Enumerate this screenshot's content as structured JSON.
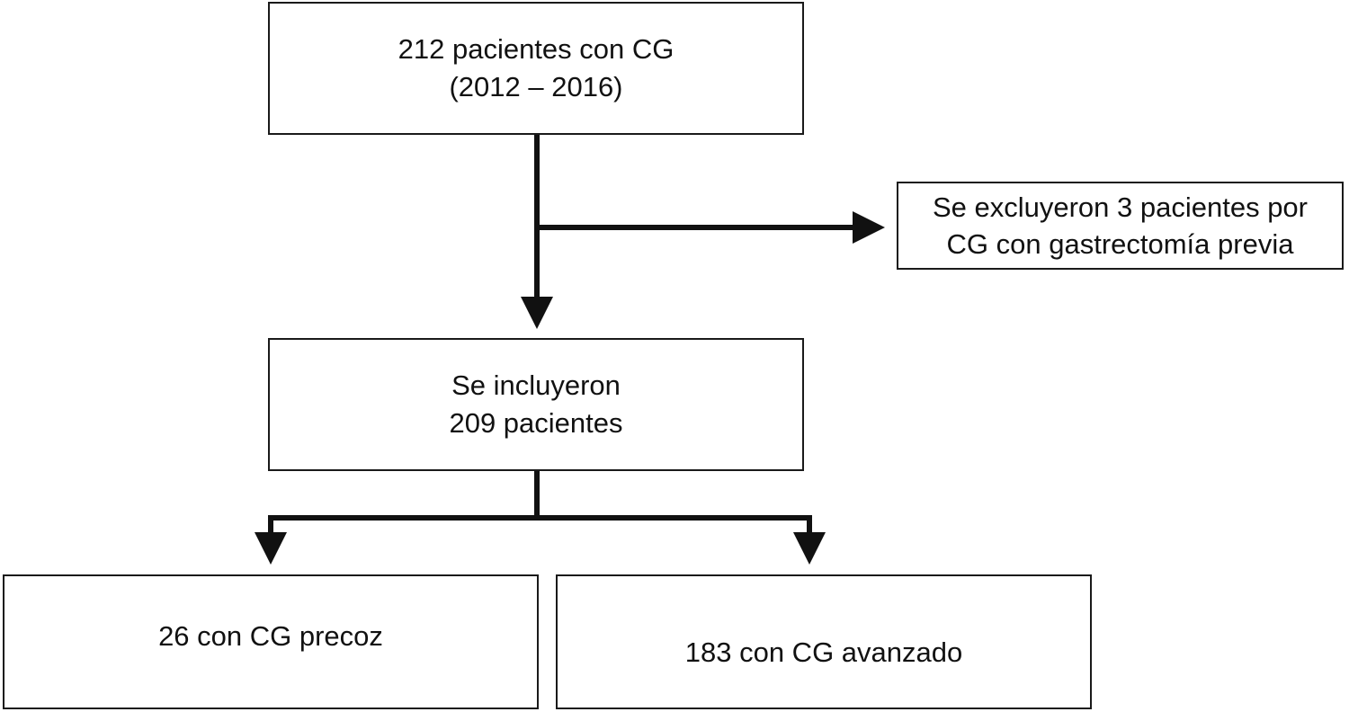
{
  "flow": {
    "total": {
      "line1": "212 pacientes con CG",
      "line2": "(2012 – 2016)"
    },
    "excluded": {
      "line1": "Se excluyeron 3 pacientes por",
      "line2": "CG con gastrectomía previa"
    },
    "included": {
      "line1": "Se incluyeron",
      "line2": "209 pacientes"
    },
    "early": {
      "label": "26 con CG precoz"
    },
    "advanced": {
      "label": "183 con CG avanzado"
    }
  }
}
